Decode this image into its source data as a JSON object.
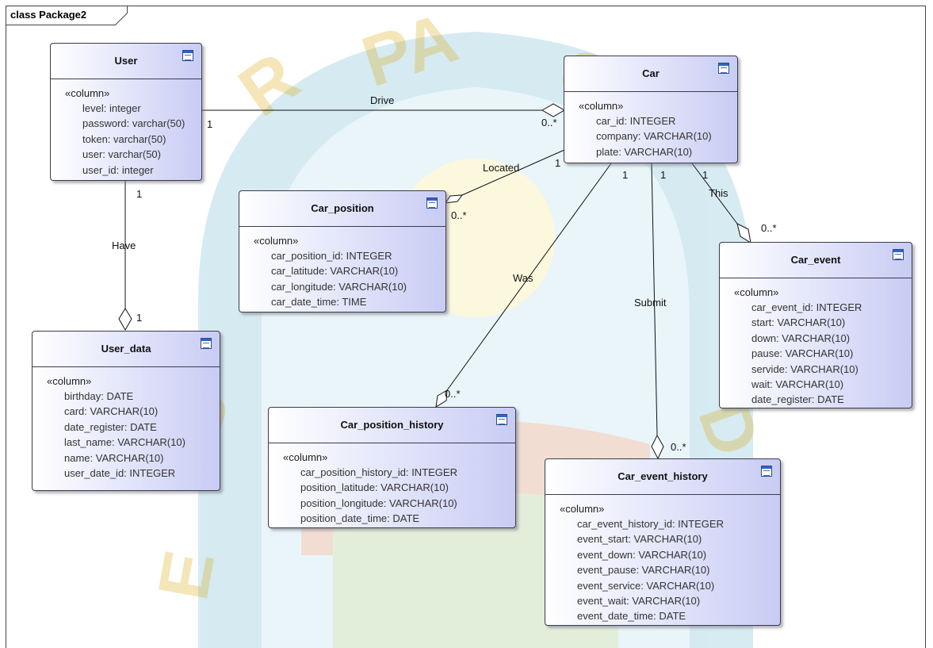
{
  "package": {
    "title": "class Package2"
  },
  "classes": {
    "user": {
      "name": "User",
      "stereotype": "«column»",
      "attributes": [
        "level: integer",
        "password: varchar(50)",
        "token: varchar(50)",
        "user: varchar(50)",
        "user_id: integer"
      ]
    },
    "car": {
      "name": "Car",
      "stereotype": "«column»",
      "attributes": [
        "car_id: INTEGER",
        "company: VARCHAR(10)",
        "plate: VARCHAR(10)"
      ]
    },
    "car_position": {
      "name": "Car_position",
      "stereotype": "«column»",
      "attributes": [
        "car_position_id: INTEGER",
        "car_latitude: VARCHAR(10)",
        "car_longitude: VARCHAR(10)",
        "car_date_time: TIME"
      ]
    },
    "car_event": {
      "name": "Car_event",
      "stereotype": "«column»",
      "attributes": [
        "car_event_id: INTEGER",
        "start: VARCHAR(10)",
        "down: VARCHAR(10)",
        "pause: VARCHAR(10)",
        "servide: VARCHAR(10)",
        "wait: VARCHAR(10)",
        "date_register: DATE"
      ]
    },
    "user_data": {
      "name": "User_data",
      "stereotype": "«column»",
      "attributes": [
        "birthday: DATE",
        "card: VARCHAR(10)",
        "date_register: DATE",
        "last_name: VARCHAR(10)",
        "name: VARCHAR(10)",
        "user_date_id: INTEGER"
      ]
    },
    "car_position_history": {
      "name": "Car_position_history",
      "stereotype": "«column»",
      "attributes": [
        "car_position_history_id: INTEGER",
        "position_latitude: VARCHAR(10)",
        "position_longitude: VARCHAR(10)",
        "position_date_time: DATE"
      ]
    },
    "car_event_history": {
      "name": "Car_event_history",
      "stereotype": "«column»",
      "attributes": [
        "car_event_history_id: INTEGER",
        "event_start: VARCHAR(10)",
        "event_down: VARCHAR(10)",
        "event_pause: VARCHAR(10)",
        "event_service: VARCHAR(10)",
        "event_wait: VARCHAR(10)",
        "event_date_time: DATE"
      ]
    }
  },
  "associations": {
    "drive": {
      "name": "Drive",
      "source_mult": "1",
      "target_mult": "0..*"
    },
    "located": {
      "name": "Located",
      "source_mult": "1",
      "target_mult": "0..*"
    },
    "have": {
      "name": "Have",
      "source_mult": "1",
      "target_mult": "1"
    },
    "was": {
      "name": "Was",
      "source_mult": "1",
      "target_mult": "0..*"
    },
    "submit": {
      "name": "Submit",
      "source_mult": "1",
      "target_mult": "0..*"
    },
    "this": {
      "name": "This",
      "source_mult": "1",
      "target_mult": "0..*"
    }
  },
  "colors": {
    "class_fill_start": "#ffffff",
    "class_fill_end": "#c8ccf3",
    "border": "#3b3b4f",
    "icon_blue": "#2f63c7"
  }
}
